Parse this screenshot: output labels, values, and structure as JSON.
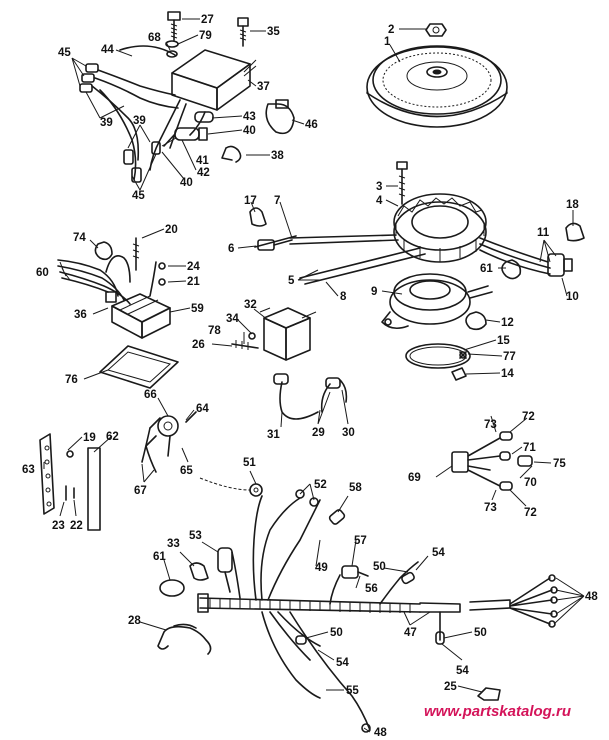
{
  "watermark": "www.partskatalog.ru",
  "colors": {
    "line": "#1a1a1a",
    "watermark": "#d4145a",
    "background": "#ffffff"
  },
  "callouts": [
    {
      "id": "c27",
      "text": "27"
    },
    {
      "id": "c35",
      "text": "35"
    },
    {
      "id": "c2",
      "text": "2"
    },
    {
      "id": "c79",
      "text": "79"
    },
    {
      "id": "c68",
      "text": "68"
    },
    {
      "id": "c44",
      "text": "44"
    },
    {
      "id": "c45a",
      "text": "45"
    },
    {
      "id": "c1",
      "text": "1"
    },
    {
      "id": "c37",
      "text": "37"
    },
    {
      "id": "c39a",
      "text": "39"
    },
    {
      "id": "c43",
      "text": "43"
    },
    {
      "id": "c46",
      "text": "46"
    },
    {
      "id": "c39b",
      "text": "39"
    },
    {
      "id": "c40a",
      "text": "40"
    },
    {
      "id": "c41",
      "text": "41"
    },
    {
      "id": "c38",
      "text": "38"
    },
    {
      "id": "c42",
      "text": "42"
    },
    {
      "id": "c40b",
      "text": "40"
    },
    {
      "id": "c45b",
      "text": "45"
    },
    {
      "id": "c3",
      "text": "3"
    },
    {
      "id": "c4",
      "text": "4"
    },
    {
      "id": "c17",
      "text": "17"
    },
    {
      "id": "c7",
      "text": "7"
    },
    {
      "id": "c18",
      "text": "18"
    },
    {
      "id": "c20",
      "text": "20"
    },
    {
      "id": "c74",
      "text": "74"
    },
    {
      "id": "c11",
      "text": "11"
    },
    {
      "id": "c6",
      "text": "6"
    },
    {
      "id": "c60",
      "text": "60"
    },
    {
      "id": "c24",
      "text": "24"
    },
    {
      "id": "c21",
      "text": "21"
    },
    {
      "id": "c5",
      "text": "5"
    },
    {
      "id": "c61a",
      "text": "61"
    },
    {
      "id": "c8",
      "text": "8"
    },
    {
      "id": "c10",
      "text": "10"
    },
    {
      "id": "c9",
      "text": "9"
    },
    {
      "id": "c36",
      "text": "36"
    },
    {
      "id": "c59",
      "text": "59"
    },
    {
      "id": "c32",
      "text": "32"
    },
    {
      "id": "c34",
      "text": "34"
    },
    {
      "id": "c78",
      "text": "78"
    },
    {
      "id": "c12",
      "text": "12"
    },
    {
      "id": "c26",
      "text": "26"
    },
    {
      "id": "c15",
      "text": "15"
    },
    {
      "id": "c77",
      "text": "77"
    },
    {
      "id": "c76",
      "text": "76"
    },
    {
      "id": "c14",
      "text": "14"
    },
    {
      "id": "c66",
      "text": "66"
    },
    {
      "id": "c64",
      "text": "64"
    },
    {
      "id": "c31",
      "text": "31"
    },
    {
      "id": "c29",
      "text": "29"
    },
    {
      "id": "c30",
      "text": "30"
    },
    {
      "id": "c73a",
      "text": "73"
    },
    {
      "id": "c72a",
      "text": "72"
    },
    {
      "id": "c62",
      "text": "62"
    },
    {
      "id": "c19",
      "text": "19"
    },
    {
      "id": "c63",
      "text": "63"
    },
    {
      "id": "c71",
      "text": "71"
    },
    {
      "id": "c65",
      "text": "65"
    },
    {
      "id": "c75",
      "text": "75"
    },
    {
      "id": "c69",
      "text": "69"
    },
    {
      "id": "c70",
      "text": "70"
    },
    {
      "id": "c51",
      "text": "51"
    },
    {
      "id": "c67",
      "text": "67"
    },
    {
      "id": "c73b",
      "text": "73"
    },
    {
      "id": "c72b",
      "text": "72"
    },
    {
      "id": "c52",
      "text": "52"
    },
    {
      "id": "c23",
      "text": "23"
    },
    {
      "id": "c22",
      "text": "22"
    },
    {
      "id": "c58",
      "text": "58"
    },
    {
      "id": "c53",
      "text": "53"
    },
    {
      "id": "c33",
      "text": "33"
    },
    {
      "id": "c57",
      "text": "57"
    },
    {
      "id": "c49",
      "text": "49"
    },
    {
      "id": "c50a",
      "text": "50"
    },
    {
      "id": "c54a",
      "text": "54"
    },
    {
      "id": "c61b",
      "text": "61"
    },
    {
      "id": "c56",
      "text": "56"
    },
    {
      "id": "c48a",
      "text": "48"
    },
    {
      "id": "c47",
      "text": "47"
    },
    {
      "id": "c28",
      "text": "28"
    },
    {
      "id": "c50b",
      "text": "50"
    },
    {
      "id": "c50c",
      "text": "50"
    },
    {
      "id": "c54b",
      "text": "54"
    },
    {
      "id": "c54c",
      "text": "54"
    },
    {
      "id": "c55",
      "text": "55"
    },
    {
      "id": "c25",
      "text": "25"
    },
    {
      "id": "c48b",
      "text": "48"
    }
  ]
}
